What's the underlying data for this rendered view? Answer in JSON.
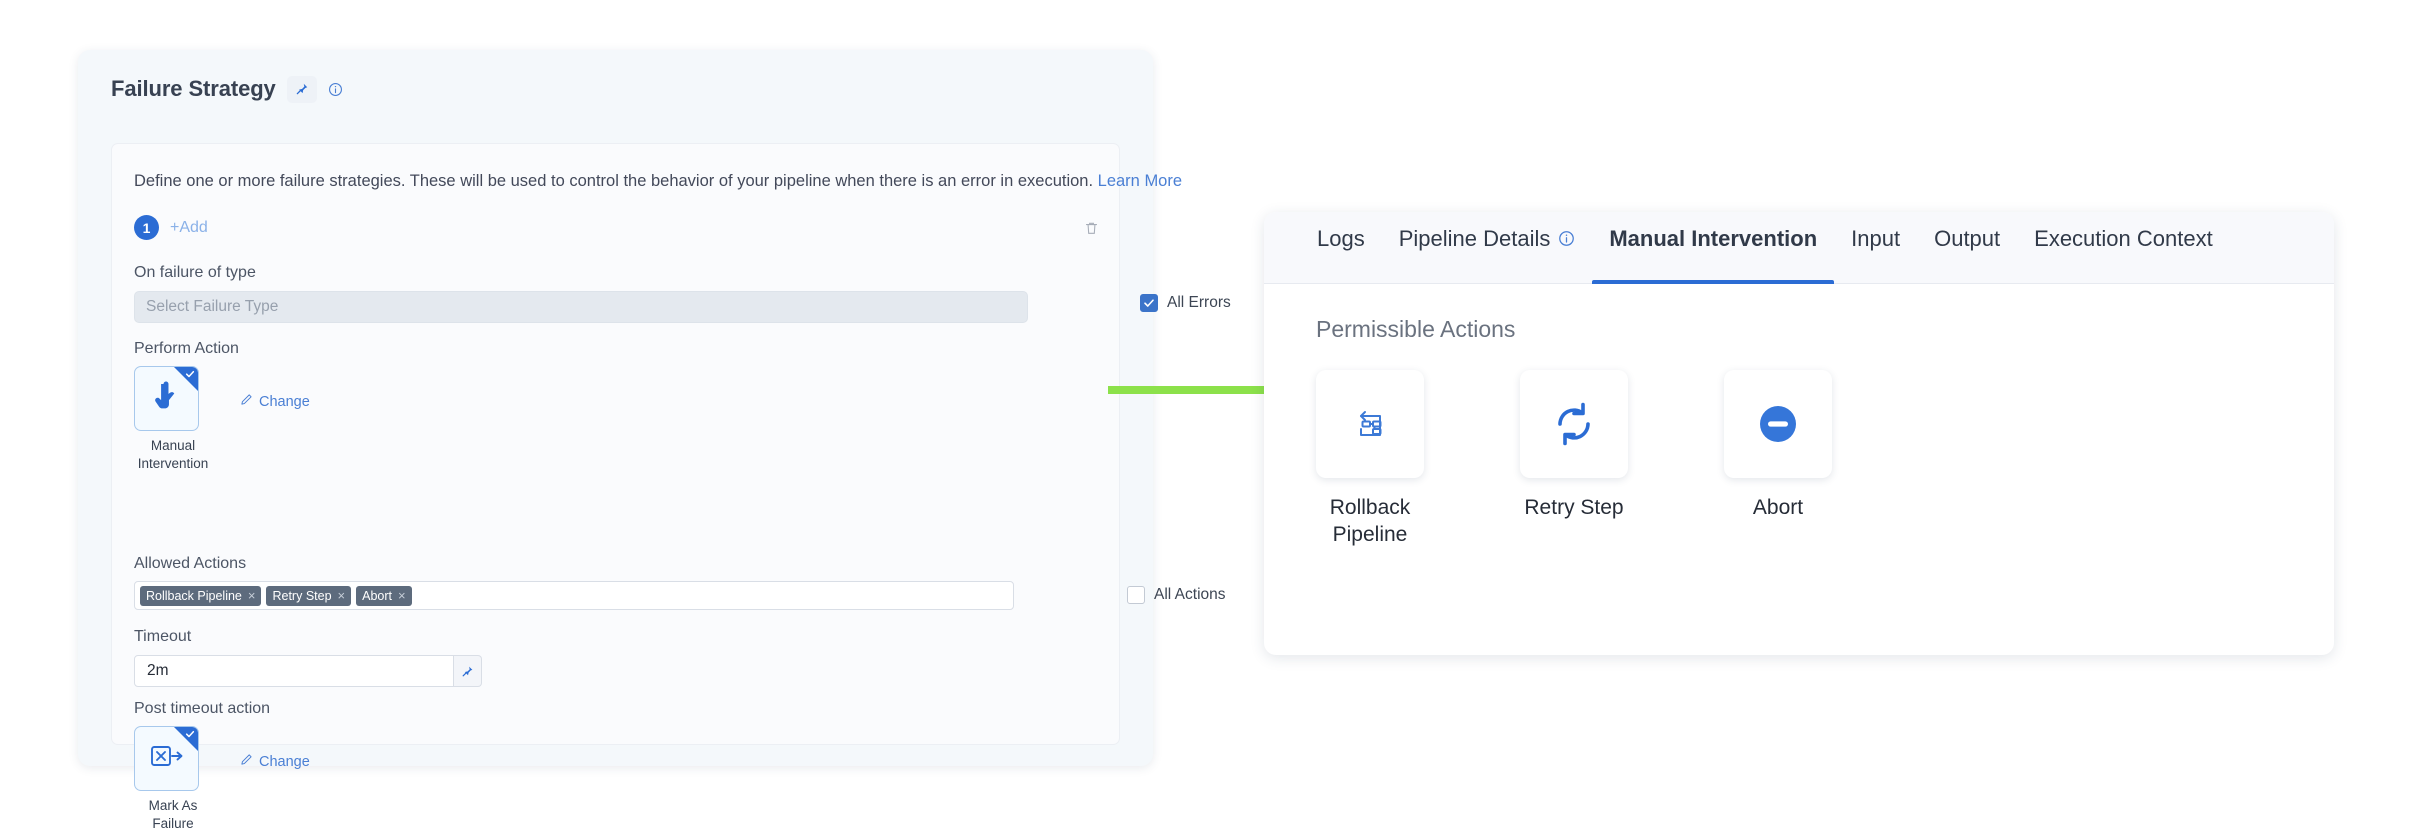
{
  "failure_strategy": {
    "title": "Failure Strategy",
    "pin_icon": "pin-icon",
    "info_icon": "info-icon",
    "description_text": "Define one or more failure strategies. These will be used to control the behavior of your pipeline when there is an error in execution.",
    "learn_more_label": "Learn More",
    "strategy_index": "1",
    "add_label": "+Add",
    "delete_icon": "trash-icon",
    "on_failure_label": "On failure of type",
    "failure_type_placeholder": "Select Failure Type",
    "all_errors_label": "All Errors",
    "all_errors_checked": true,
    "perform_action_label": "Perform Action",
    "perform_action_name": "Manual\nIntervention",
    "perform_action_line1": "Manual",
    "perform_action_line2": "Intervention",
    "change_label": "Change",
    "allowed_actions_label": "Allowed Actions",
    "allowed_actions": [
      {
        "label": "Rollback Pipeline",
        "remove_icon": "close-icon"
      },
      {
        "label": "Retry Step",
        "remove_icon": "close-icon"
      },
      {
        "label": "Abort",
        "remove_icon": "close-icon"
      }
    ],
    "all_actions_label": "All Actions",
    "all_actions_checked": false,
    "timeout_label": "Timeout",
    "timeout_value": "2m",
    "timeout_pin_icon": "pin-icon",
    "post_timeout_label": "Post timeout action",
    "post_timeout_line1": "Mark As",
    "post_timeout_line2": "Failure",
    "post_timeout_change_label": "Change"
  },
  "arrow": {
    "name": "green-arrow",
    "color": "#8ce14a"
  },
  "detail_panel": {
    "tabs": [
      {
        "label": "Logs",
        "active": false,
        "has_info_icon": false
      },
      {
        "label": "Pipeline Details",
        "active": false,
        "has_info_icon": true
      },
      {
        "label": "Manual Intervention",
        "active": true,
        "has_info_icon": false
      },
      {
        "label": "Input",
        "active": false,
        "has_info_icon": false
      },
      {
        "label": "Output",
        "active": false,
        "has_info_icon": false
      },
      {
        "label": "Execution Context",
        "active": false,
        "has_info_icon": false
      }
    ],
    "permissible_actions_title": "Permissible Actions",
    "actions": [
      {
        "label_line1": "Rollback",
        "label_line2": "Pipeline",
        "icon": "rollback-pipeline-icon"
      },
      {
        "label_line1": "Retry Step",
        "label_line2": "",
        "icon": "retry-step-icon"
      },
      {
        "label_line1": "Abort",
        "label_line2": "",
        "icon": "abort-icon"
      }
    ]
  },
  "colors": {
    "accent_blue": "#2b6cd4",
    "tag_slate": "#5d6b7d",
    "arrow_green": "#8ce14a"
  }
}
